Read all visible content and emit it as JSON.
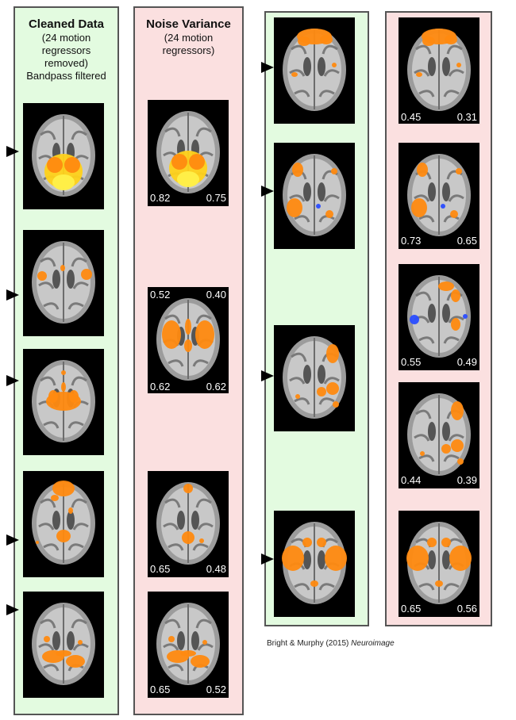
{
  "columns": [
    {
      "title": "Cleaned Data",
      "subtitle": [
        "(24 motion",
        "regressors",
        "removed)",
        "Bandpass filtered"
      ]
    },
    {
      "title": "Noise Variance",
      "subtitle": [
        "(24 motion",
        "regressors)"
      ]
    }
  ],
  "values": {
    "c2": [
      [
        "0.82",
        "0.75"
      ],
      [
        "0.52",
        "0.40"
      ],
      [
        "0.62",
        "0.62"
      ],
      [
        "0.65",
        "0.48"
      ],
      [
        "0.65",
        "0.52"
      ]
    ],
    "c4": [
      [
        "0.45",
        "0.31"
      ],
      [
        "0.73",
        "0.65"
      ],
      [
        "0.55",
        "0.49"
      ],
      [
        "0.44",
        "0.39"
      ],
      [
        "0.65",
        "0.56"
      ]
    ]
  },
  "credit": {
    "authors": "Bright & Murphy (2015)",
    "journal": "Neuroimage"
  },
  "colors": {
    "green_panel": "#e3fbe0",
    "pink_panel": "#fbe0e0",
    "activation": "#ff8a10",
    "deactivation": "#2a4dff"
  }
}
